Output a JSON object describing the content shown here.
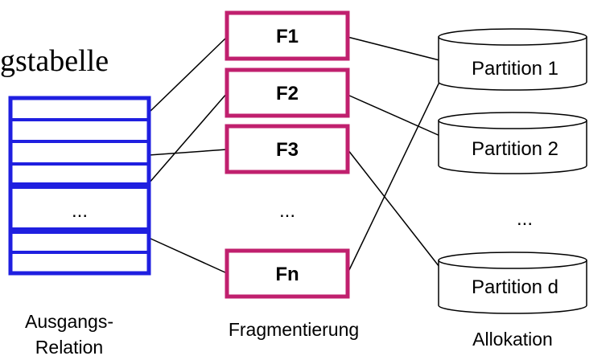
{
  "title_fragment": "gstabelle",
  "relation": {
    "dots": "...",
    "caption_line1": "Ausgangs-",
    "caption_line2": "Relation"
  },
  "fragments": {
    "items": [
      "F1",
      "F2",
      "F3",
      "Fn"
    ],
    "dots": "...",
    "caption": "Fragmentierung"
  },
  "partitions": {
    "items": [
      "Partition 1",
      "Partition 2",
      "Partition d"
    ],
    "dots": "...",
    "caption": "Allokation"
  },
  "colors": {
    "relation_border": "#1f1fe0",
    "fragment_border": "#c0206e",
    "line": "#000000",
    "text": "#000000"
  }
}
